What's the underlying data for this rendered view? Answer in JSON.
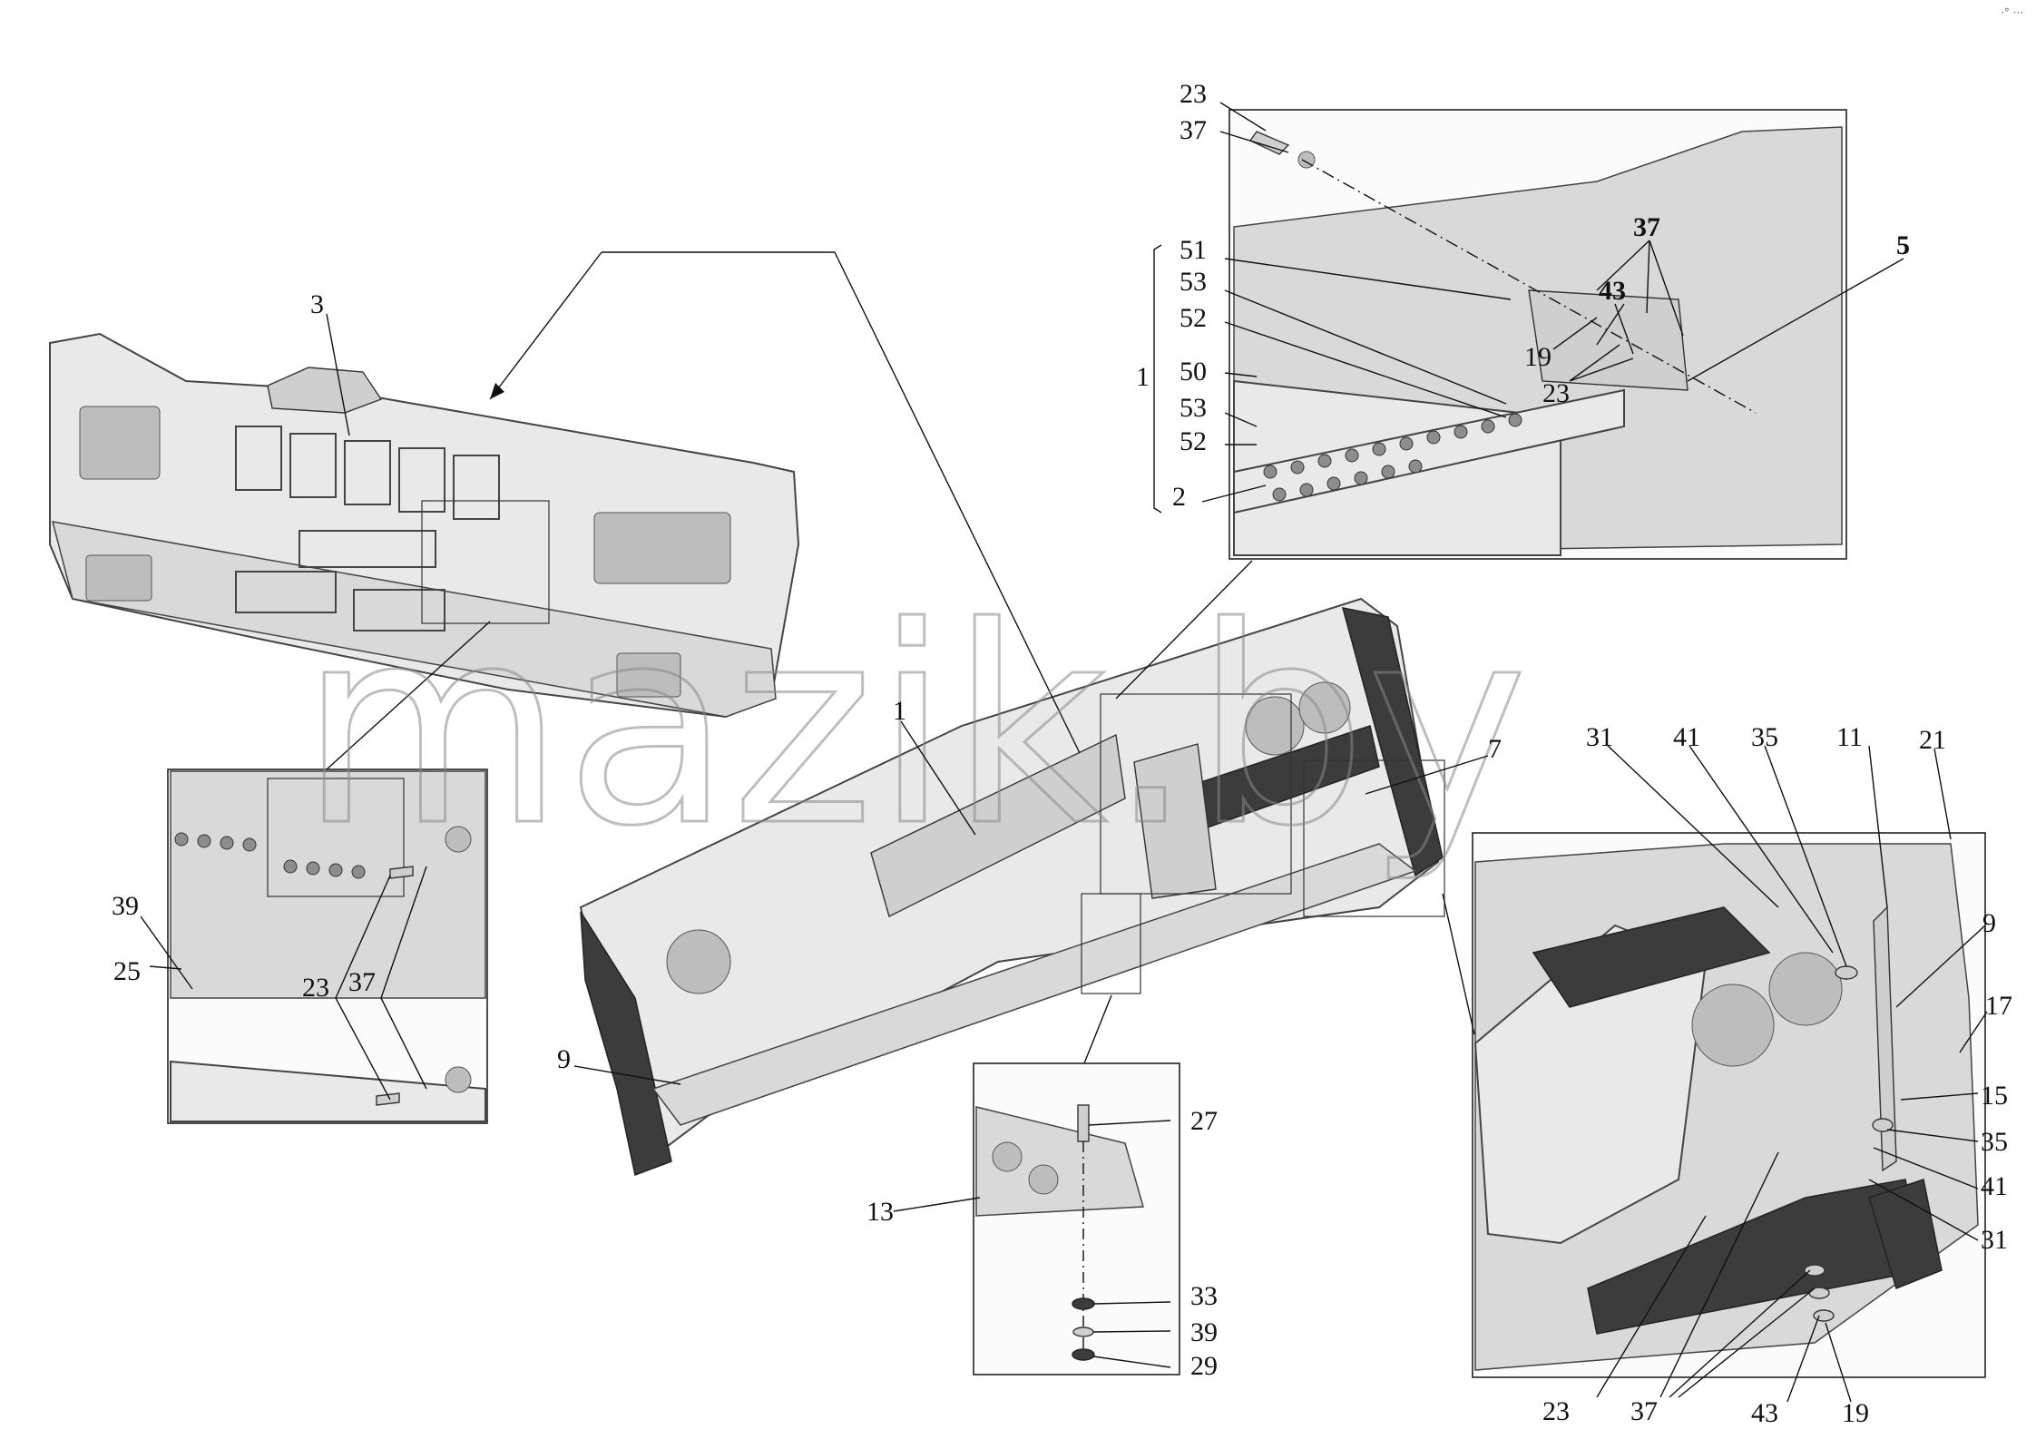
{
  "watermark": "mazik.by",
  "corner_mark": "·° ···",
  "callouts": {
    "main": [
      {
        "id": "main-1",
        "text": "1"
      },
      {
        "id": "main-3",
        "text": "3"
      },
      {
        "id": "main-7",
        "text": "7"
      },
      {
        "id": "main-9",
        "text": "9"
      }
    ],
    "top_detail": [
      {
        "id": "td-23a",
        "text": "23"
      },
      {
        "id": "td-37a",
        "text": "37"
      },
      {
        "id": "td-51",
        "text": "51"
      },
      {
        "id": "td-53a",
        "text": "53"
      },
      {
        "id": "td-52a",
        "text": "52"
      },
      {
        "id": "td-1",
        "text": "1"
      },
      {
        "id": "td-50",
        "text": "50"
      },
      {
        "id": "td-53b",
        "text": "53"
      },
      {
        "id": "td-52b",
        "text": "52"
      },
      {
        "id": "td-2",
        "text": "2"
      },
      {
        "id": "td-37b",
        "text": "37"
      },
      {
        "id": "td-43",
        "text": "43"
      },
      {
        "id": "td-5",
        "text": "5"
      },
      {
        "id": "td-19",
        "text": "19"
      },
      {
        "id": "td-23b",
        "text": "23"
      }
    ],
    "left_detail": [
      {
        "id": "ld-39",
        "text": "39"
      },
      {
        "id": "ld-25",
        "text": "25"
      },
      {
        "id": "ld-23",
        "text": "23"
      },
      {
        "id": "ld-37",
        "text": "37"
      }
    ],
    "bottom_detail": [
      {
        "id": "bd-27",
        "text": "27"
      },
      {
        "id": "bd-13",
        "text": "13"
      },
      {
        "id": "bd-33",
        "text": "33"
      },
      {
        "id": "bd-39",
        "text": "39"
      },
      {
        "id": "bd-29",
        "text": "29"
      }
    ],
    "right_detail": [
      {
        "id": "rd-31a",
        "text": "31"
      },
      {
        "id": "rd-41a",
        "text": "41"
      },
      {
        "id": "rd-35a",
        "text": "35"
      },
      {
        "id": "rd-11",
        "text": "11"
      },
      {
        "id": "rd-21",
        "text": "21"
      },
      {
        "id": "rd-9",
        "text": "9"
      },
      {
        "id": "rd-17",
        "text": "17"
      },
      {
        "id": "rd-15",
        "text": "15"
      },
      {
        "id": "rd-35b",
        "text": "35"
      },
      {
        "id": "rd-41b",
        "text": "41"
      },
      {
        "id": "rd-31b",
        "text": "31"
      },
      {
        "id": "rd-23",
        "text": "23"
      },
      {
        "id": "rd-37",
        "text": "37"
      },
      {
        "id": "rd-43",
        "text": "43"
      },
      {
        "id": "rd-19",
        "text": "19"
      }
    ]
  }
}
